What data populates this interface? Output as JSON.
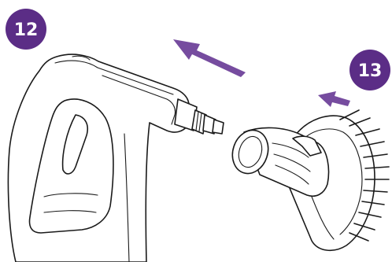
{
  "steps": [
    {
      "number": "12"
    },
    {
      "number": "13"
    }
  ],
  "colors": {
    "badge": "#5b2d86",
    "arrow": "#6a3d97",
    "line": "#1a1a1a"
  },
  "icons": [
    "steam-cleaner-handle",
    "brush-attachment",
    "direction-arrow"
  ]
}
